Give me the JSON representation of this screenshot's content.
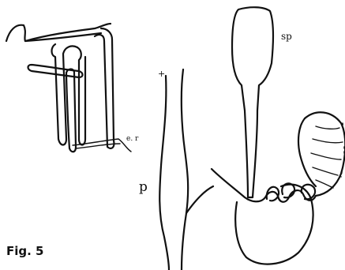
{
  "figure": {
    "caption": "Fig. 5",
    "labels": {
      "sp": "sp",
      "p": "p",
      "plus": "+",
      "small_mark": "e. r"
    }
  },
  "colors": {
    "ink": "#111111",
    "paper": "#ffffff"
  }
}
